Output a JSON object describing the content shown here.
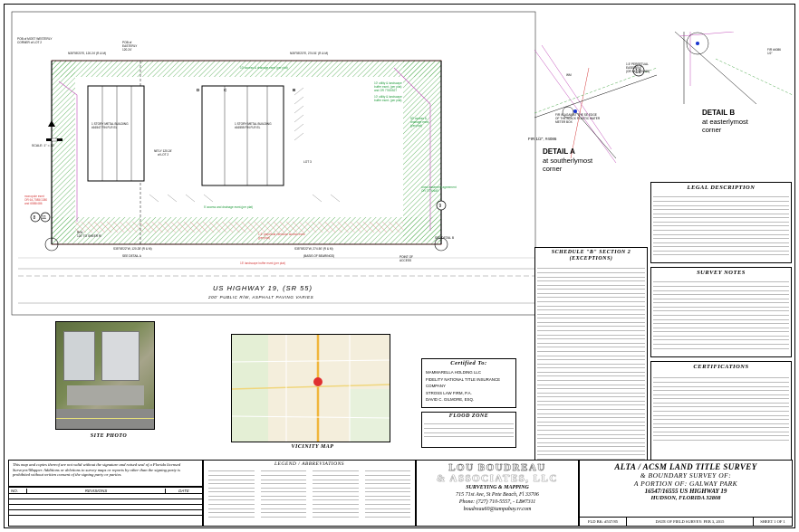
{
  "plan": {
    "pob_label": "POB of MOST WESTERLY\nCORNER of LOT 2",
    "pob_easterly": "POB of\nEASTERLY\n120.24'",
    "bearing_top_left": "N35°55'23\"E, 120.24' (R & M)",
    "bearing_top_right": "N35°55'23\"E, 274.51' (R & M)",
    "bearing_bottom_left": "S35°55'22\"W, 120.28' (R & M)",
    "bearing_bottom_right": "S35°55'22\"W, 274.50' (R & M)",
    "basis_of_bearings": "(BASIS OF BEARINGS)",
    "lot2": "NE'LY 120.24'\nof LOT 2",
    "lot3": "LOT 3",
    "unit_d": "D",
    "unit_c": "C",
    "unit_b": "B",
    "bldg_1": "1 STORY METAL BUILDING\n#16547 FIN FLR EL",
    "bldg_2": "1 STORY METAL BUILDING\n#16555 FIN FLR EL",
    "utility_easement_1": "10' utility & landscape\nbuffer esmt. (per plat)\nand OR 7765/527",
    "utility_easement_2": "10' utility & landscape\nbuffer esmt. (per plat)",
    "drainage": "50' access &\ndrainage esmt.\n(per plat)",
    "cross_access": "10' access & drainage esmt (per plat)",
    "cross_access_2": "cross easement agreement\nOR 7776/645",
    "walk_easement": "5' access and drainage esmt.(per plat)",
    "vehicular_easement": "1.5' perpetual vehicular access esmt\n(per plat)",
    "landscape_buffer": "15' landscape buffer esmt (per plat)",
    "point_of_access": "POINT OF\nACCESS",
    "rw_label": "R/W\n120' TO SHEER R/",
    "see_detail_a": "SEE DETAIL A",
    "see_detail_b": "SEE DETAIL B",
    "monopole": "monopole esmt\nOR 64,7085/1380\nand 6585/486",
    "scale_label": "SCALE: 1\" = 30'",
    "bubble_8": "8",
    "bubble_11": "11",
    "bubble_9": "9",
    "bubble_12": "12",
    "highway_title": "US HIGHWAY 19, (SR 55)",
    "highway_sub": "200' PUBLIC R/W, ASPHALT PAVING VARIES"
  },
  "details": {
    "detail_a_title": "DETAIL A",
    "detail_a_sub": "at southerlymost\ncorner",
    "detail_b_title": "DETAIL B",
    "detail_b_sub": "at easterlymost\ncorner",
    "fir_label": "FIR 1/2\", #4086",
    "fir_note": "FIR IS AGAINST THE SE EDGE\nOF THE BLACK PLASTIC WATER\nMETER BOX",
    "perpetual_easement": "1.5' PERPETUAL\nEASEMENT\n(OR BK 7890/965)",
    "wm": "WM",
    "detail_b_num": "FIR #4086\n1/2\""
  },
  "legal": {
    "title": "LEGAL  DESCRIPTION"
  },
  "schedule": {
    "title": "SCHEDULE \"B\" SECTION 2\n(EXCEPTIONS)"
  },
  "survey_notes": {
    "title": "SURVEY NOTES"
  },
  "certifications": {
    "title": "CERTIFICATIONS"
  },
  "certified_to": {
    "title": "Certified To:",
    "lines": [
      "MAMMARELLA HOLDING LLC",
      "FIDELITY NATIONAL TITLE INSURANCE COMPANY",
      "STROSS LAW FIRM, P.A.",
      "DAVID C. GILMORE, ESQ."
    ]
  },
  "flood": {
    "title": "FLOOD  ZONE"
  },
  "site_photo": {
    "caption": "SITE PHOTO"
  },
  "vicinity": {
    "caption": "VICINITY MAP"
  },
  "legend": {
    "title": "LEGEND  /  ABBREVIATIONS"
  },
  "disclaimer": {
    "text": "This map and copies thereof are not valid without the signature and raised seal of a Florida licensed Surveyor/Mapper. Additions or deletions to survey maps or reports by other than the signing party is prohibited without written consent of the signing party or parties."
  },
  "revisions": {
    "no_label": "NO.",
    "revisions_label": "REVISIONS",
    "date_label": "DATE"
  },
  "company": {
    "name_line1": "LOU  BOUDREAU",
    "name_line2": "& ASSOCIATES, LLC",
    "tagline": "SURVEYING & MAPPING",
    "address": "715 71st Ave, St Pete Beach, Fl 33706",
    "phone": "Phone: (727) 710-5557, - LB#7311",
    "email": "boudreau60@tampabay.rr.com"
  },
  "title_block": {
    "line1": "ALTA / ACSM LAND TITLE SURVEY",
    "line2": "& BOUNDARY SURVEY OF:",
    "line3": "A PORTION OF: GALWAY PARK",
    "line4": "16547/16555 US HIGHWAY 19",
    "line5": "HUDSON, FLORIDA 32808",
    "fld_bk": "FLD BK: #537/85",
    "field_date": "DATE OF FIELD SURVEY: FEB 3, 2015",
    "sheet": "SHEET 1 OF 1"
  },
  "colors": {
    "hatch_green": "#4aa84a",
    "boundary_red": "#d43a3a",
    "magenta_lines": "#c04ab8",
    "blue_point": "#1a35d0",
    "easement_text": "#1e9a3a",
    "road_gray": "#9a9a9a"
  }
}
